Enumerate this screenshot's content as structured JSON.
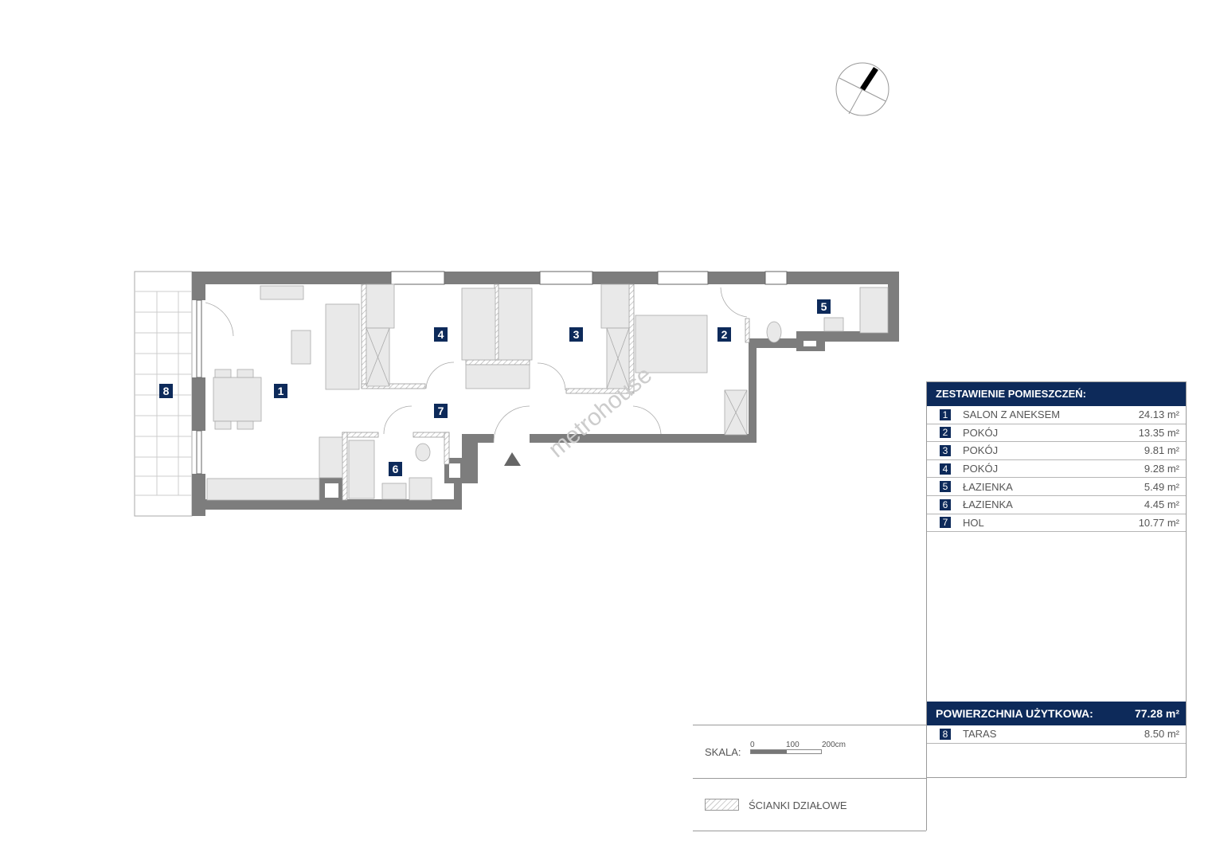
{
  "rooms_table": {
    "title": "ZESTAWIENIE POMIESZCZEŃ:",
    "rows": [
      {
        "num": "1",
        "name": "SALON Z ANEKSEM",
        "area": "24.13 m²"
      },
      {
        "num": "2",
        "name": "POKÓJ",
        "area": "13.35 m²"
      },
      {
        "num": "3",
        "name": "POKÓJ",
        "area": "9.81 m²"
      },
      {
        "num": "4",
        "name": "POKÓJ",
        "area": "9.28 m²"
      },
      {
        "num": "5",
        "name": "ŁAZIENKA",
        "area": "5.49 m²"
      },
      {
        "num": "6",
        "name": "ŁAZIENKA",
        "area": "4.45 m²"
      },
      {
        "num": "7",
        "name": "HOL",
        "area": "10.77 m²"
      }
    ],
    "summary_label": "POWIERZCHNIA UŻYTKOWA:",
    "summary_value": "77.28 m²",
    "extra": {
      "num": "8",
      "name": "TARAS",
      "area": "8.50 m²"
    }
  },
  "legend": {
    "scale_label": "SKALA:",
    "scale_ticks": [
      "0",
      "100",
      "200cm"
    ],
    "partition_label": "ŚCIANKI DZIAŁOWE"
  },
  "plan": {
    "room_labels": [
      "1",
      "2",
      "3",
      "4",
      "5",
      "6",
      "7",
      "8"
    ],
    "watermark": "metrohouse"
  },
  "colors": {
    "navy": "#0d2a5a",
    "wall": "#7d7d7d",
    "furniture": "#e9e9e9"
  }
}
